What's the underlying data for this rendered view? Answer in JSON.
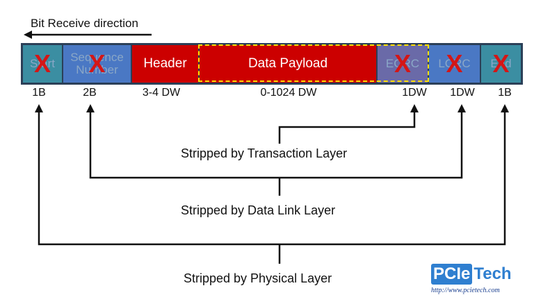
{
  "direction_label": "Bit Receive direction",
  "segments": [
    {
      "label": "Start",
      "size": "1B"
    },
    {
      "label": "Sequence Number",
      "size": "2B"
    },
    {
      "label": "Header",
      "size": "3-4 DW"
    },
    {
      "label": "Data Payload",
      "size": "0-1024 DW"
    },
    {
      "label": "ECRC",
      "size": "1DW"
    },
    {
      "label": "LCRC",
      "size": "1DW"
    },
    {
      "label": "End",
      "size": "1B"
    }
  ],
  "strip_labels": {
    "transaction": "Stripped by Transaction Layer",
    "data_link": "Stripped by Data Link Layer",
    "physical": "Stripped by Physical Layer"
  },
  "x_mark": "X",
  "logo": {
    "prefix": "PCIe",
    "suffix": "Tech",
    "url": "http://www.pcietech.com"
  },
  "colors": {
    "teal": "#3b8ea2",
    "blue": "#4a78c4",
    "red": "#cc0000",
    "purple": "#6a6aa8",
    "highlight": "#ffe000"
  }
}
